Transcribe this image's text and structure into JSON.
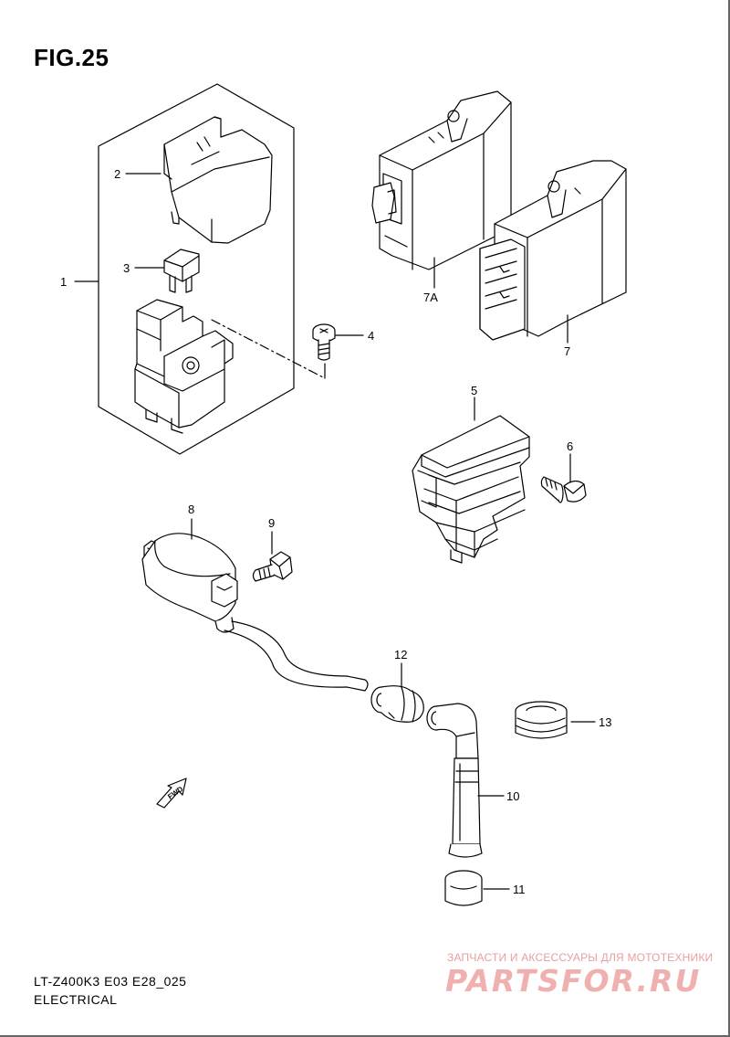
{
  "figure": {
    "title": "FIG.25",
    "model_code": "LT-Z400K3 E03 E28_025",
    "section_name": "ELECTRICAL"
  },
  "callouts": {
    "c1": "1",
    "c2": "2",
    "c3": "3",
    "c4": "4",
    "c5": "5",
    "c6": "6",
    "c7": "7",
    "c7a": "7A",
    "c8": "8",
    "c9": "9",
    "c10": "10",
    "c11": "11",
    "c12": "12",
    "c13": "13"
  },
  "fwd_label": "FWD",
  "watermark": {
    "text": "ЗАПЧАСТИ И АКСЕССУАРЫ ДЛЯ МОТОТЕХНИКИ",
    "logo": "PARTSFOR.RU"
  },
  "colors": {
    "line": "#000000",
    "watermark": "#f0b0b0"
  }
}
